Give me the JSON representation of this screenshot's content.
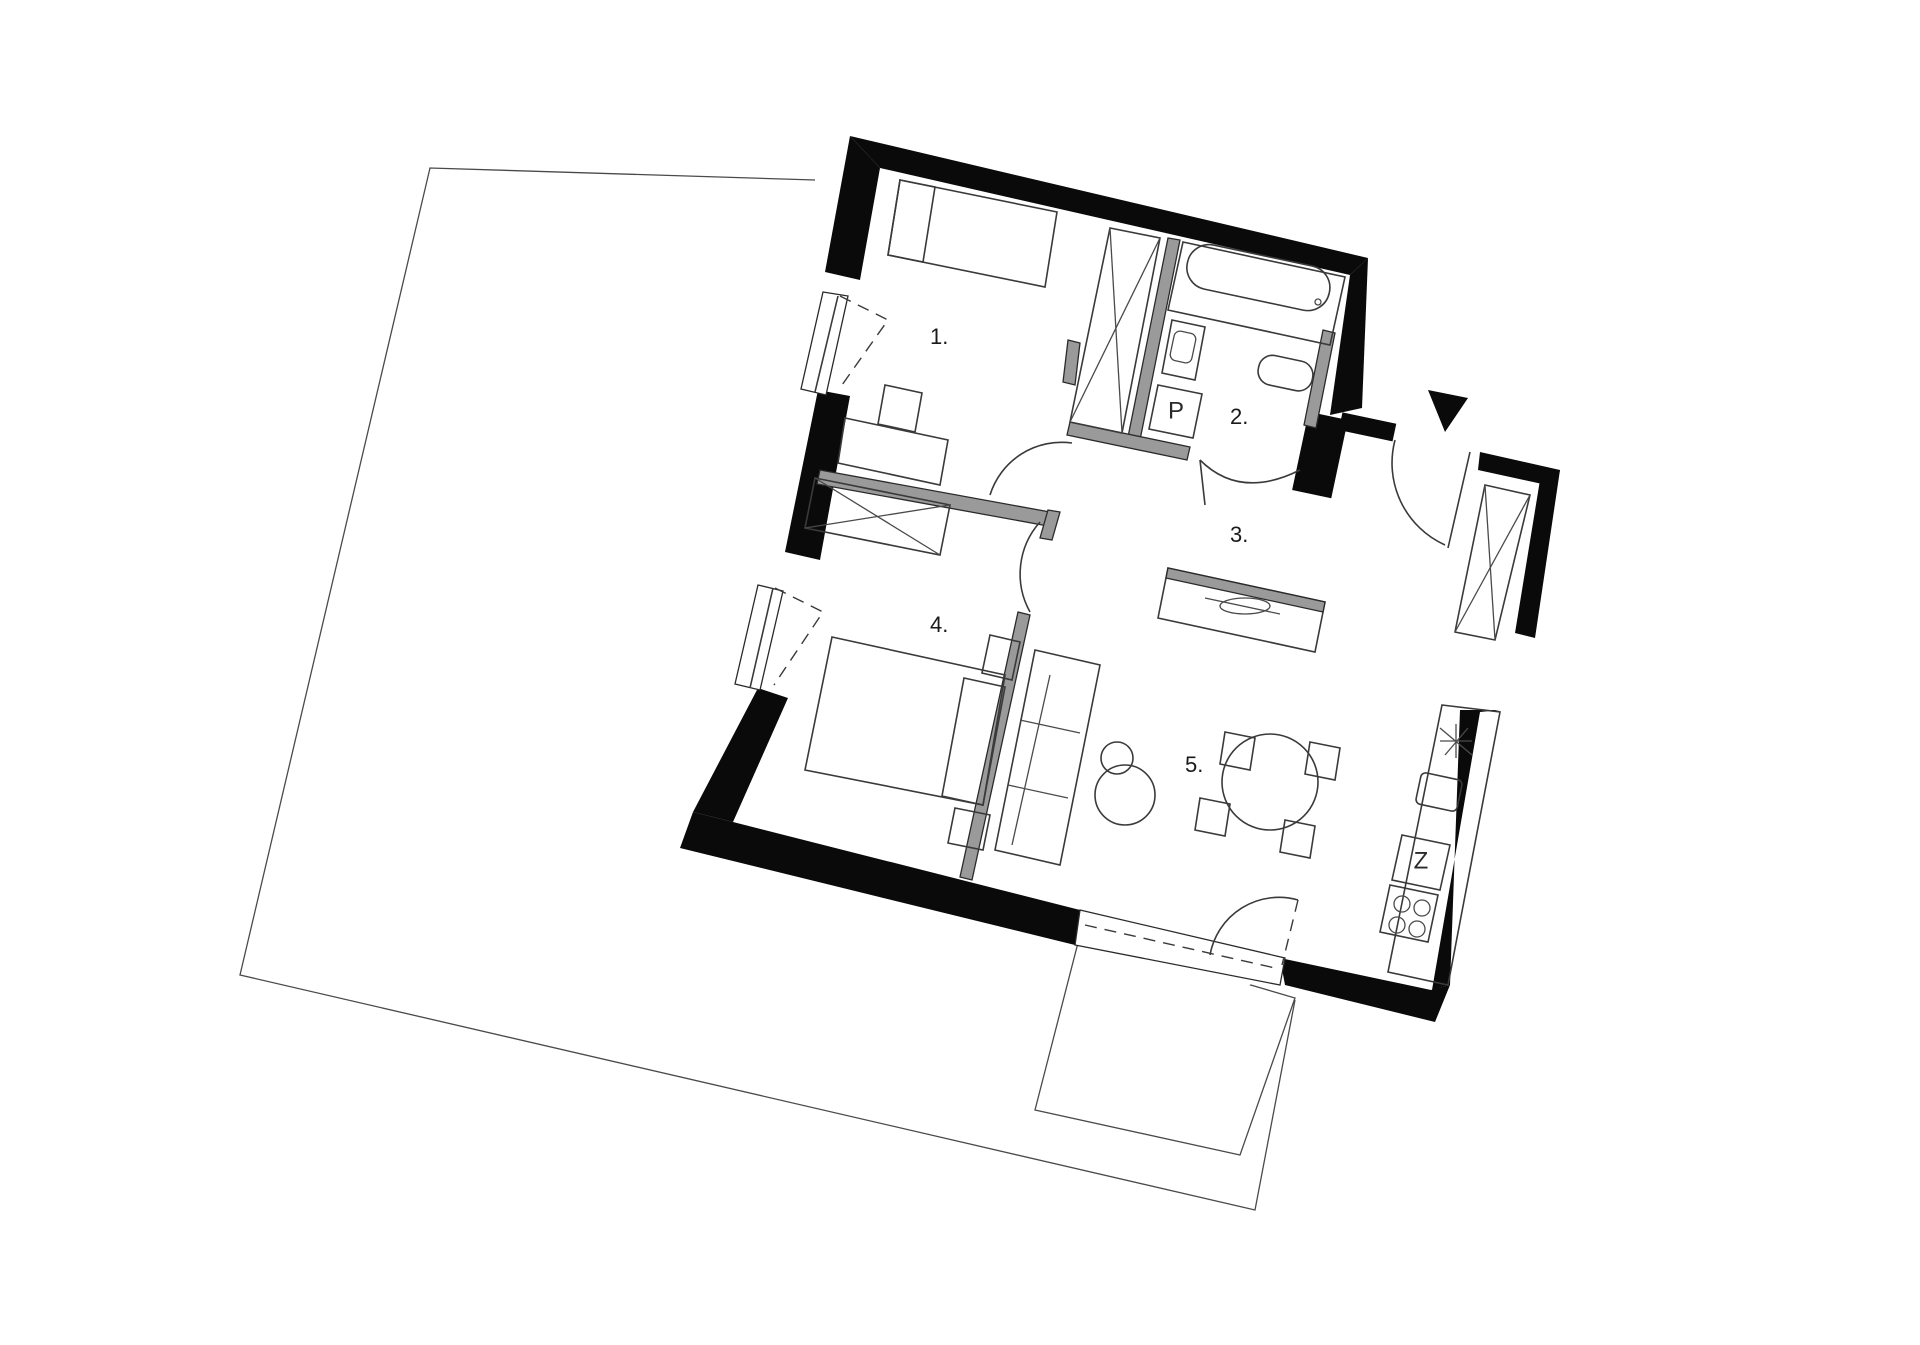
{
  "rooms": [
    {
      "number": "1."
    },
    {
      "number": "2."
    },
    {
      "number": "3."
    },
    {
      "number": "4."
    },
    {
      "number": "5."
    }
  ],
  "fixtures": {
    "washing_machine_symbol": "P",
    "fridge_symbol": "Z"
  },
  "icons": {
    "entrance": "entrance-arrow-icon",
    "cooktop": "cooktop-icon"
  }
}
